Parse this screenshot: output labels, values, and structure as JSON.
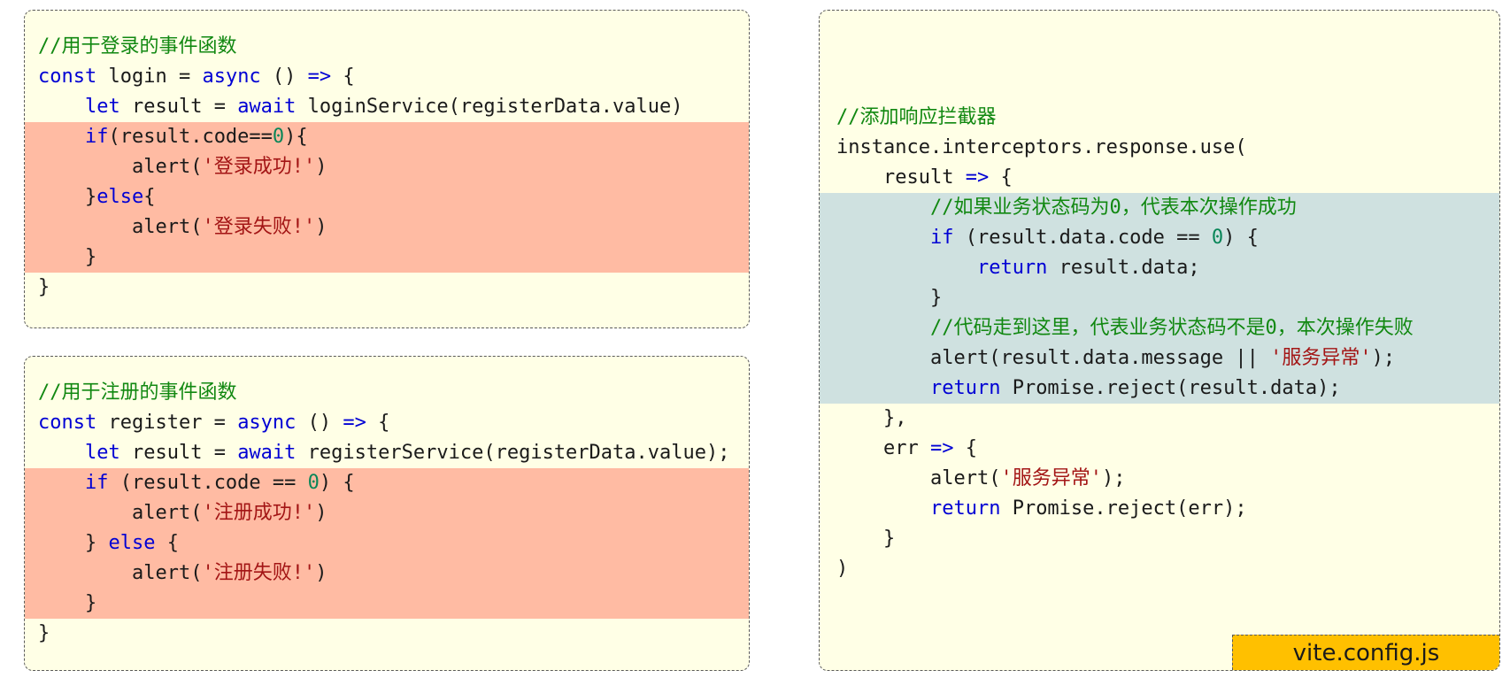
{
  "colors": {
    "panel_bg": "#ffffe6",
    "highlight_red": "#ffbba3",
    "highlight_blue": "#cfe1e0",
    "file_tag_bg": "#ffc000",
    "comment": "#118811",
    "keyword": "#0000d4",
    "string": "#a31515",
    "number": "#098658"
  },
  "panels": [
    {
      "id": "login",
      "lines": [
        {
          "hl": "",
          "indent": 0,
          "tokens": [
            {
              "t": "cm",
              "v": "//用于登录的事件函数"
            }
          ]
        },
        {
          "hl": "",
          "indent": 0,
          "tokens": [
            {
              "t": "kw",
              "v": "const"
            },
            {
              "t": "tx",
              "v": " login = "
            },
            {
              "t": "kw",
              "v": "async"
            },
            {
              "t": "tx",
              "v": " () "
            },
            {
              "t": "kw",
              "v": "=>"
            },
            {
              "t": "tx",
              "v": " {"
            }
          ]
        },
        {
          "hl": "",
          "indent": 1,
          "tokens": [
            {
              "t": "kw",
              "v": "let"
            },
            {
              "t": "tx",
              "v": " result = "
            },
            {
              "t": "kw",
              "v": "await"
            },
            {
              "t": "tx",
              "v": " loginService(registerData.value)"
            }
          ]
        },
        {
          "hl": "red",
          "indent": 1,
          "tokens": [
            {
              "t": "kw",
              "v": "if"
            },
            {
              "t": "tx",
              "v": "(result.code=="
            },
            {
              "t": "num",
              "v": "0"
            },
            {
              "t": "tx",
              "v": "){"
            }
          ]
        },
        {
          "hl": "red",
          "indent": 2,
          "tokens": [
            {
              "t": "tx",
              "v": "alert("
            },
            {
              "t": "str",
              "v": "'登录成功!'"
            },
            {
              "t": "tx",
              "v": ")"
            }
          ]
        },
        {
          "hl": "red",
          "indent": 1,
          "tokens": [
            {
              "t": "tx",
              "v": "}"
            },
            {
              "t": "kw",
              "v": "else"
            },
            {
              "t": "tx",
              "v": "{"
            }
          ]
        },
        {
          "hl": "red",
          "indent": 2,
          "tokens": [
            {
              "t": "tx",
              "v": "alert("
            },
            {
              "t": "str",
              "v": "'登录失败!'"
            },
            {
              "t": "tx",
              "v": ")"
            }
          ]
        },
        {
          "hl": "red",
          "indent": 1,
          "tokens": [
            {
              "t": "tx",
              "v": "}"
            }
          ]
        },
        {
          "hl": "",
          "indent": 0,
          "tokens": [
            {
              "t": "tx",
              "v": "}"
            }
          ]
        }
      ]
    },
    {
      "id": "register",
      "lines": [
        {
          "hl": "",
          "indent": 0,
          "tokens": [
            {
              "t": "cm",
              "v": "//用于注册的事件函数"
            }
          ]
        },
        {
          "hl": "",
          "indent": 0,
          "tokens": [
            {
              "t": "kw",
              "v": "const"
            },
            {
              "t": "tx",
              "v": " register = "
            },
            {
              "t": "kw",
              "v": "async"
            },
            {
              "t": "tx",
              "v": " () "
            },
            {
              "t": "kw",
              "v": "=>"
            },
            {
              "t": "tx",
              "v": " {"
            }
          ]
        },
        {
          "hl": "",
          "indent": 1,
          "tokens": [
            {
              "t": "kw",
              "v": "let"
            },
            {
              "t": "tx",
              "v": " result = "
            },
            {
              "t": "kw",
              "v": "await"
            },
            {
              "t": "tx",
              "v": " registerService(registerData.value);"
            }
          ]
        },
        {
          "hl": "red",
          "indent": 1,
          "tokens": [
            {
              "t": "kw",
              "v": "if"
            },
            {
              "t": "tx",
              "v": " (result.code == "
            },
            {
              "t": "num",
              "v": "0"
            },
            {
              "t": "tx",
              "v": ") {"
            }
          ]
        },
        {
          "hl": "red",
          "indent": 2,
          "tokens": [
            {
              "t": "tx",
              "v": "alert("
            },
            {
              "t": "str",
              "v": "'注册成功!'"
            },
            {
              "t": "tx",
              "v": ")"
            }
          ]
        },
        {
          "hl": "red",
          "indent": 1,
          "tokens": [
            {
              "t": "tx",
              "v": "} "
            },
            {
              "t": "kw",
              "v": "else"
            },
            {
              "t": "tx",
              "v": " {"
            }
          ]
        },
        {
          "hl": "red",
          "indent": 2,
          "tokens": [
            {
              "t": "tx",
              "v": "alert("
            },
            {
              "t": "str",
              "v": "'注册失败!'"
            },
            {
              "t": "tx",
              "v": ")"
            }
          ]
        },
        {
          "hl": "red",
          "indent": 1,
          "tokens": [
            {
              "t": "tx",
              "v": "}"
            }
          ]
        },
        {
          "hl": "",
          "indent": 0,
          "tokens": [
            {
              "t": "tx",
              "v": "}"
            }
          ]
        }
      ]
    },
    {
      "id": "intercept",
      "file_label": "vite.config.js",
      "lines": [
        {
          "hl": "",
          "indent": 0,
          "tokens": [
            {
              "t": "cm",
              "v": "//添加响应拦截器"
            }
          ]
        },
        {
          "hl": "",
          "indent": 0,
          "tokens": [
            {
              "t": "tx",
              "v": "instance.interceptors.response.use("
            }
          ]
        },
        {
          "hl": "",
          "indent": 1,
          "tokens": [
            {
              "t": "tx",
              "v": "result "
            },
            {
              "t": "kw",
              "v": "=>"
            },
            {
              "t": "tx",
              "v": " {"
            }
          ]
        },
        {
          "hl": "blue",
          "indent": 2,
          "tokens": [
            {
              "t": "cm",
              "v": "//如果业务状态码为0，代表本次操作成功"
            }
          ]
        },
        {
          "hl": "blue",
          "indent": 2,
          "tokens": [
            {
              "t": "kw",
              "v": "if"
            },
            {
              "t": "tx",
              "v": " (result.data.code == "
            },
            {
              "t": "num",
              "v": "0"
            },
            {
              "t": "tx",
              "v": ") {"
            }
          ]
        },
        {
          "hl": "blue",
          "indent": 3,
          "tokens": [
            {
              "t": "kw",
              "v": "return"
            },
            {
              "t": "tx",
              "v": " result.data;"
            }
          ]
        },
        {
          "hl": "blue",
          "indent": 2,
          "tokens": [
            {
              "t": "tx",
              "v": "}"
            }
          ]
        },
        {
          "hl": "blue",
          "indent": 2,
          "tokens": [
            {
              "t": "cm",
              "v": "//代码走到这里，代表业务状态码不是0，本次操作失败"
            }
          ]
        },
        {
          "hl": "blue",
          "indent": 2,
          "tokens": [
            {
              "t": "tx",
              "v": "alert(result.data.message || "
            },
            {
              "t": "str",
              "v": "'服务异常'"
            },
            {
              "t": "tx",
              "v": ");"
            }
          ]
        },
        {
          "hl": "blue",
          "indent": 2,
          "tokens": [
            {
              "t": "kw",
              "v": "return"
            },
            {
              "t": "tx",
              "v": " Promise.reject(result.data);"
            }
          ]
        },
        {
          "hl": "",
          "indent": 1,
          "tokens": [
            {
              "t": "tx",
              "v": "},"
            }
          ]
        },
        {
          "hl": "",
          "indent": 1,
          "tokens": [
            {
              "t": "tx",
              "v": "err "
            },
            {
              "t": "kw",
              "v": "=>"
            },
            {
              "t": "tx",
              "v": " {"
            }
          ]
        },
        {
          "hl": "",
          "indent": 2,
          "tokens": [
            {
              "t": "tx",
              "v": "alert("
            },
            {
              "t": "str",
              "v": "'服务异常'"
            },
            {
              "t": "tx",
              "v": ");"
            }
          ]
        },
        {
          "hl": "",
          "indent": 2,
          "tokens": [
            {
              "t": "kw",
              "v": "return"
            },
            {
              "t": "tx",
              "v": " Promise.reject(err);"
            }
          ]
        },
        {
          "hl": "",
          "indent": 1,
          "tokens": [
            {
              "t": "tx",
              "v": "}"
            }
          ]
        },
        {
          "hl": "",
          "indent": 0,
          "tokens": [
            {
              "t": "tx",
              "v": ")"
            }
          ]
        }
      ]
    }
  ]
}
